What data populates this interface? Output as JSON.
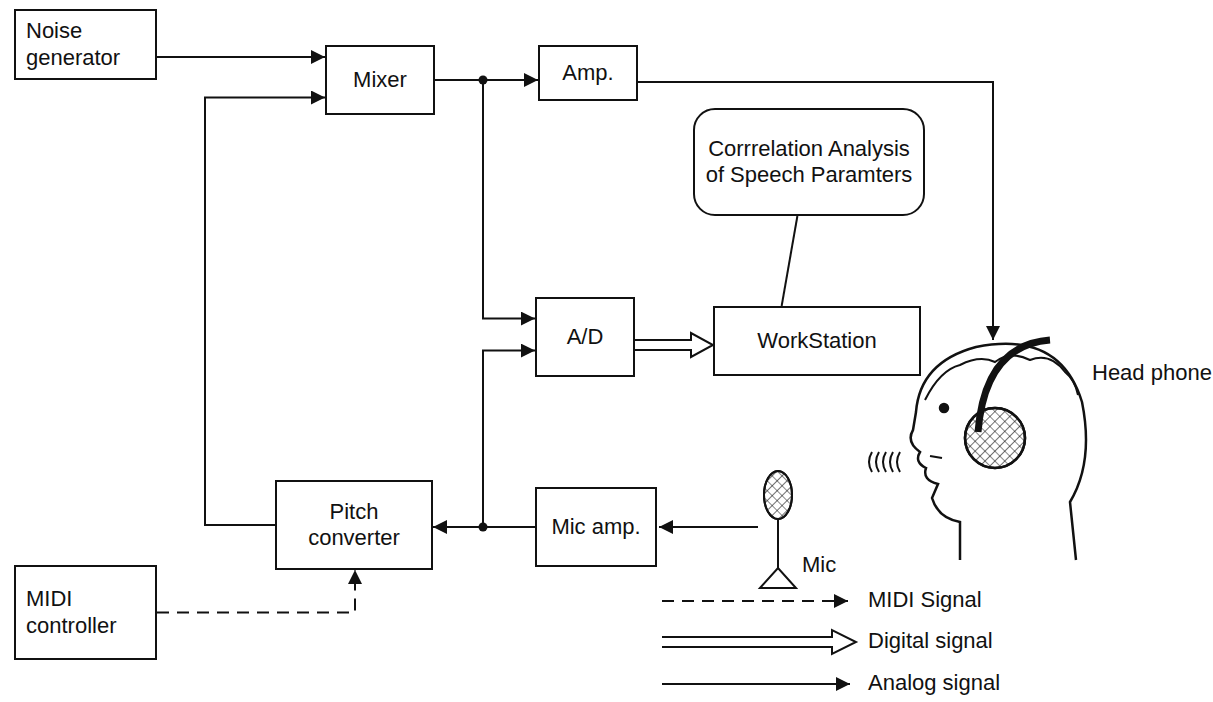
{
  "diagram": {
    "nodes": [
      {
        "text": [
          "Noise generator"
        ]
      },
      {
        "text": [
          "Mixer"
        ]
      },
      {
        "text": [
          "Amp."
        ]
      },
      {
        "text": [
          "Corrrelation Analysis of Speech Paramters"
        ]
      },
      {
        "text": [
          "A/D"
        ]
      },
      {
        "text": [
          "WorkStation"
        ]
      },
      {
        "text": [
          "Pitch converter"
        ]
      },
      {
        "text": [
          "Mic amp."
        ]
      },
      {
        "text": [
          "MIDI controller"
        ]
      }
    ],
    "edges": [
      {
        "from": 0,
        "to": 1,
        "arrow": "to"
      },
      {
        "from": 6,
        "to": 1,
        "arrow": "to"
      },
      {
        "from": 1,
        "to": 2,
        "arrow": "to"
      },
      {
        "from": 1,
        "to": 4,
        "arrow": "to"
      },
      {
        "from": 7,
        "to": 6,
        "arrow": "to"
      },
      {
        "from": 7,
        "to": 4,
        "arrow": "to"
      },
      {
        "from": 4,
        "to": 5,
        "arrow": "to"
      },
      {
        "from": 8,
        "to": 6,
        "arrow": "to"
      },
      {
        "from": 3,
        "to": 5,
        "arrow": "none"
      }
    ],
    "labels": [
      "Head phone",
      "Mic"
    ],
    "legend": [
      {
        "text": "MIDI Signal"
      },
      {
        "text": "Digital signal"
      },
      {
        "text": "Analog signal"
      }
    ]
  }
}
